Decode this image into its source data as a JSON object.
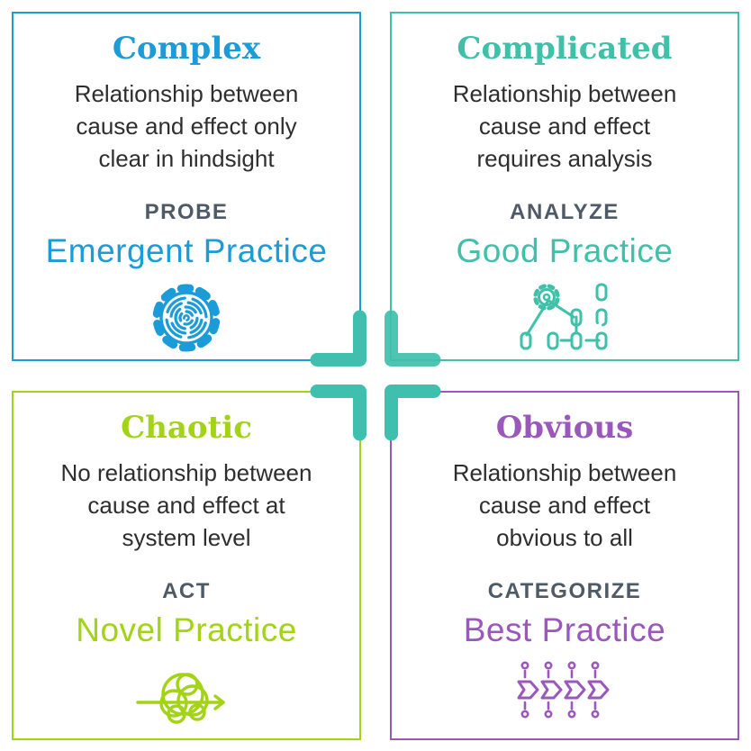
{
  "diagram": {
    "name": "cynefin-framework-quadrants",
    "background": "#ffffff",
    "center_cross_color": "#3fbfad",
    "action_label_color": "#4e5a66",
    "body_text_color": "#2e2e2e"
  },
  "quadrants": [
    {
      "title": "Complex",
      "description": "Relationship between\ncause and effect only\nclear in hindsight",
      "action": "PROBE",
      "practice": "Emergent Practice",
      "color": "#1b9bd8",
      "icon": "maze-gear-icon",
      "position": "top-left"
    },
    {
      "title": "Complicated",
      "description": "Relationship between\ncause and effect\nrequires analysis",
      "action": "ANALYZE",
      "practice": "Good Practice",
      "color": "#3fc0a9",
      "icon": "gear-flowchart-icon",
      "position": "top-right"
    },
    {
      "title": "Chaotic",
      "description": "No relationship between\ncause and effect at\nsystem level",
      "action": "ACT",
      "practice": "Novel Practice",
      "color": "#a2d314",
      "icon": "tangle-arrow-icon",
      "position": "bottom-left"
    },
    {
      "title": "Obvious",
      "description": "Relationship between\ncause and effect\nobvious to all",
      "action": "CATEGORIZE",
      "practice": "Best Practice",
      "color": "#9a58bb",
      "icon": "chevron-flow-icon",
      "position": "bottom-right"
    }
  ]
}
